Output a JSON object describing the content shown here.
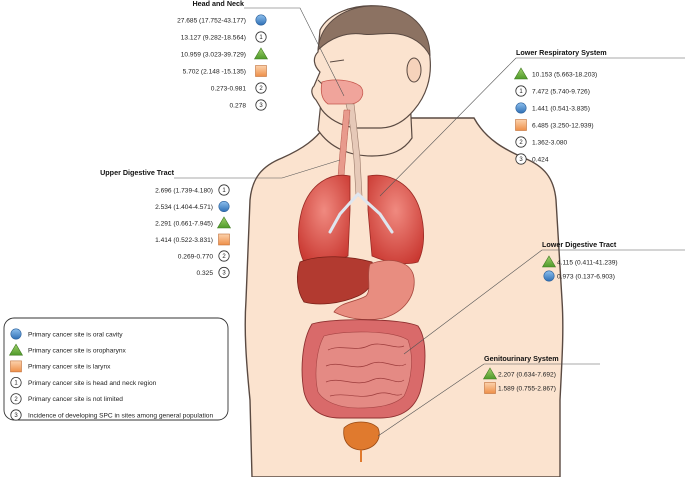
{
  "colors": {
    "oral_cavity": "#4a86c8",
    "oropharynx": "#6fae3f",
    "larynx": "#f2a46a",
    "skin": "#fbe3cf",
    "skin_outline": "#5a4a42",
    "lung": "#d9443c",
    "liver": "#b23a30",
    "stomach": "#e88d80",
    "intestine": "#d96a6a",
    "bladder": "#e07a2e"
  },
  "regions": {
    "head_neck": {
      "title": "Head and Neck",
      "rows": [
        {
          "text": "27.685 (17.752-43.177)",
          "marker": "circle"
        },
        {
          "text": "13.127 (9.282-18.564)",
          "marker": "1"
        },
        {
          "text": "10.959 (3.023-39.729)",
          "marker": "triangle"
        },
        {
          "text": "5.702 (2.148 -15.135)",
          "marker": "square"
        },
        {
          "text": "0.273-0.981",
          "marker": "2"
        },
        {
          "text": "0.278",
          "marker": "3"
        }
      ]
    },
    "lower_respiratory": {
      "title": "Lower Respiratory System",
      "rows": [
        {
          "text": "10.153 (5.663-18.203)",
          "marker": "triangle"
        },
        {
          "text": "7.472 (5.740-9.726)",
          "marker": "1"
        },
        {
          "text": "1.441 (0.541-3.835)",
          "marker": "circle"
        },
        {
          "text": "6.485 (3.250-12.939)",
          "marker": "square"
        },
        {
          "text": "1.362-3.080",
          "marker": "2"
        },
        {
          "text": "0.424",
          "marker": "3"
        }
      ]
    },
    "upper_digestive": {
      "title": "Upper Digestive Tract",
      "rows": [
        {
          "text": "2.696 (1.739-4.180)",
          "marker": "1"
        },
        {
          "text": "2.534 (1.404-4.571)",
          "marker": "circle"
        },
        {
          "text": "2.291 (0.661-7.945)",
          "marker": "triangle"
        },
        {
          "text": "1.414 (0.522-3.831)",
          "marker": "square"
        },
        {
          "text": "0.269-0.770",
          "marker": "2"
        },
        {
          "text": "0.325",
          "marker": "3"
        }
      ]
    },
    "lower_digestive": {
      "title": "Lower Digestive Tract",
      "rows": [
        {
          "text": "4.115 (0.411-41.239)",
          "marker": "triangle"
        },
        {
          "text": "0.973 (0.137-6.903)",
          "marker": "circle"
        }
      ]
    },
    "genitourinary": {
      "title": "Genitourinary System",
      "rows": [
        {
          "text": "2.207 (0.634-7.692)",
          "marker": "triangle"
        },
        {
          "text": "1.589 (0.755-2.867)",
          "marker": "square"
        }
      ]
    }
  },
  "legend": {
    "items": [
      {
        "marker": "circle",
        "text": "Primary cancer site is oral cavity"
      },
      {
        "marker": "triangle",
        "text": "Primary cancer  site is oropharynx"
      },
      {
        "marker": "square",
        "text": "Primary cancer site is larynx"
      },
      {
        "marker": "1",
        "text": "Primary cancer site is head and neck region"
      },
      {
        "marker": "2",
        "text": "Primary cancer site is not limited"
      },
      {
        "marker": "3",
        "text": "Incidence of developing SPC in sites among general population"
      }
    ]
  }
}
